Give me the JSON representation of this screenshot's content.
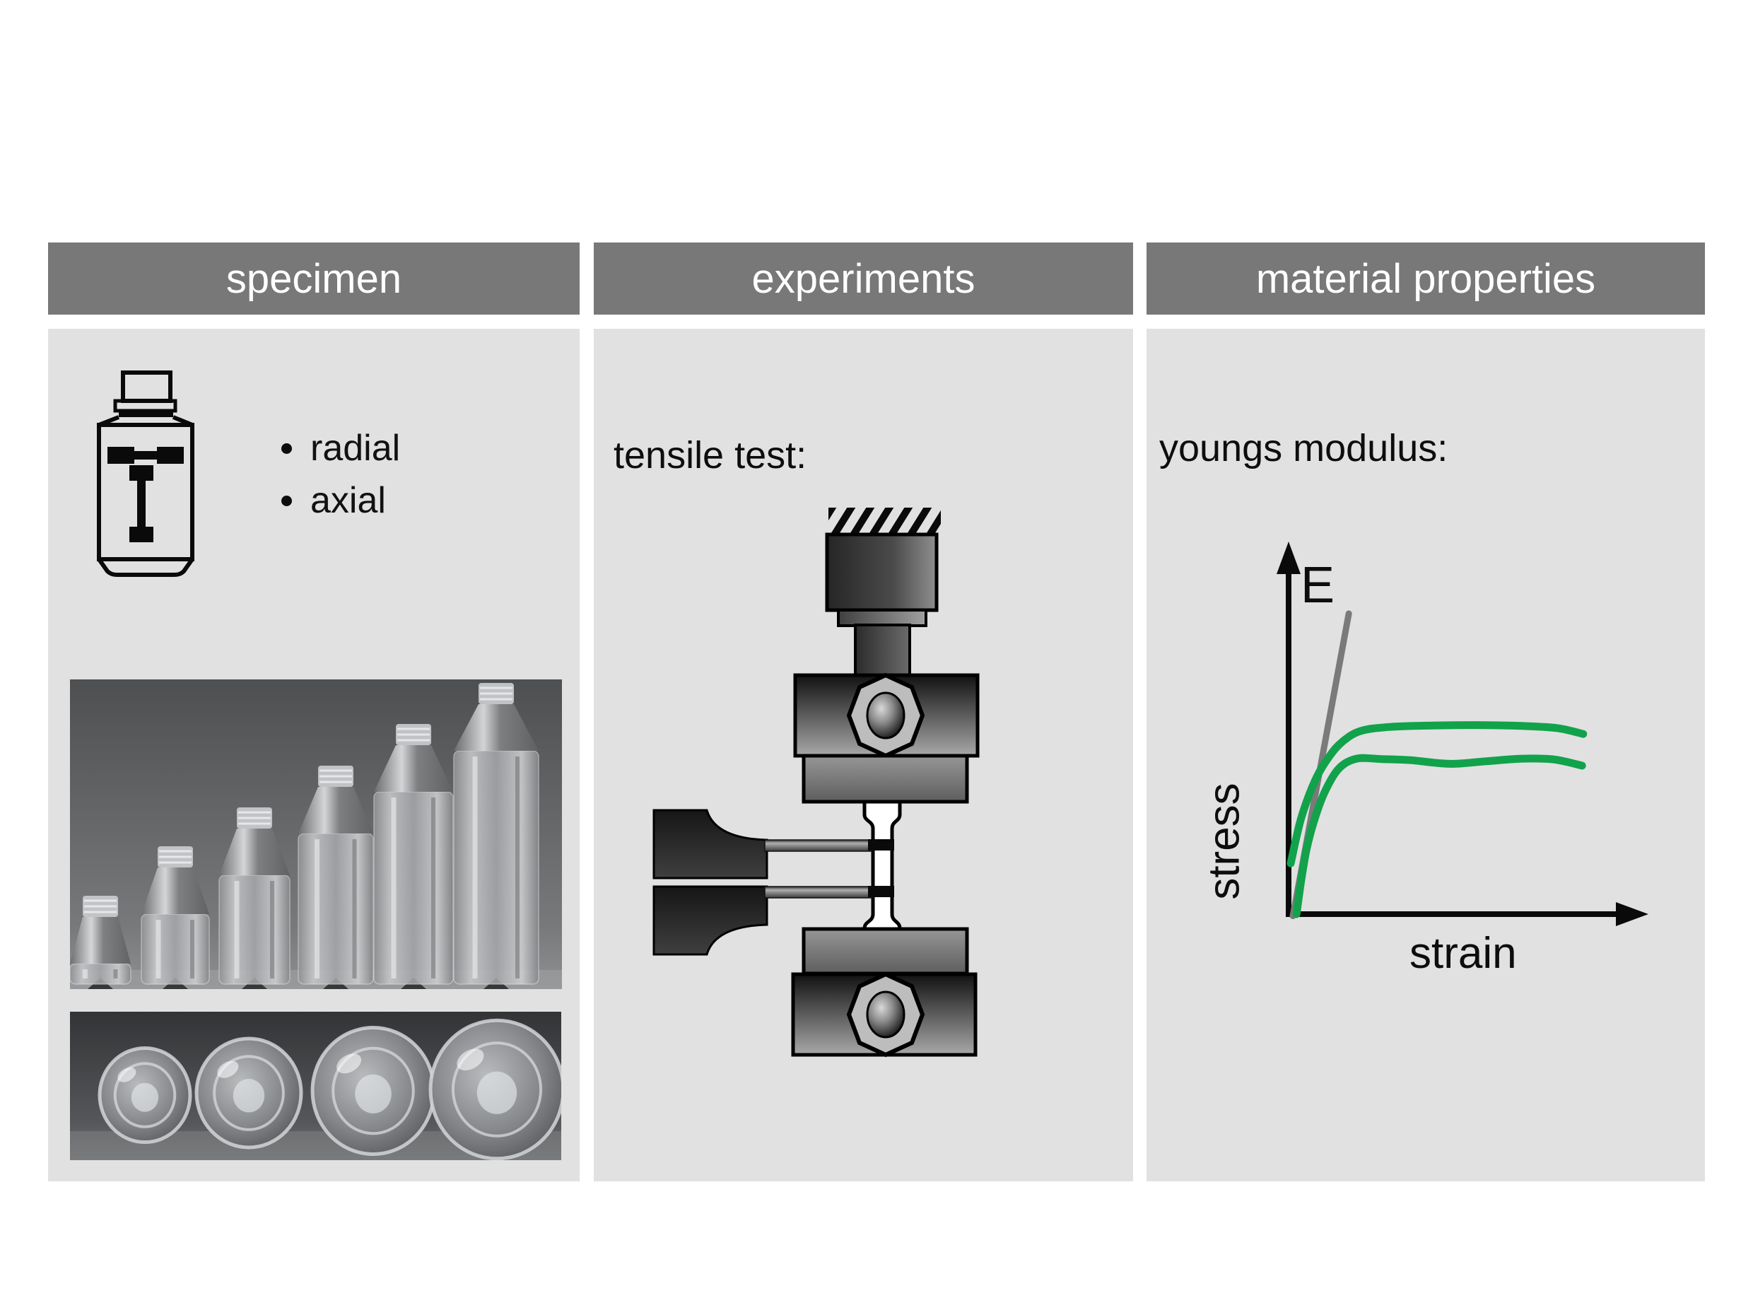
{
  "panels": {
    "specimen": {
      "header": "specimen",
      "bullets": [
        "radial",
        "axial"
      ]
    },
    "experiments": {
      "header": "experiments",
      "caption": "tensile test:"
    },
    "material_properties": {
      "header": "material properties",
      "caption": "youngs modulus:"
    }
  },
  "colors": {
    "header_bar": "#787878",
    "panel_background": "#e1e1e1",
    "page_background": "#ffffff",
    "curve_green": "#12a24b",
    "tangent_gray": "#7a7a7a",
    "ink": "#0d0d0d"
  },
  "chart_data": {
    "type": "line",
    "title": "",
    "xlabel": "strain",
    "ylabel": "stress",
    "grid": false,
    "legend": "none",
    "axes_note": "qualitative sketch, no tick labels; values normalized 0-1 of axis span",
    "xlim": [
      0,
      1
    ],
    "ylim": [
      0,
      1
    ],
    "annotations": [
      {
        "text": "E",
        "meaning": "youngs modulus tangent",
        "x": 0.08,
        "y": 0.93
      }
    ],
    "series": [
      {
        "name": "tangent-modulus-line",
        "color": "#7a7a7a",
        "stroke_width": 9,
        "points": [
          [
            0.012,
            -0.005
          ],
          [
            0.168,
            0.816
          ]
        ]
      },
      {
        "name": "stress-strain-curve-upper",
        "color": "#12a24b",
        "stroke_width": 11,
        "points": [
          [
            0.006,
            0.138
          ],
          [
            0.035,
            0.26
          ],
          [
            0.075,
            0.365
          ],
          [
            0.115,
            0.43
          ],
          [
            0.15,
            0.468
          ],
          [
            0.2,
            0.497
          ],
          [
            0.28,
            0.508
          ],
          [
            0.4,
            0.512
          ],
          [
            0.55,
            0.513
          ],
          [
            0.65,
            0.511
          ],
          [
            0.75,
            0.505
          ],
          [
            0.822,
            0.489
          ]
        ]
      },
      {
        "name": "stress-strain-curve-lower",
        "color": "#12a24b",
        "stroke_width": 11,
        "points": [
          [
            0.022,
            0.0
          ],
          [
            0.035,
            0.09
          ],
          [
            0.05,
            0.175
          ],
          [
            0.07,
            0.25
          ],
          [
            0.1,
            0.33
          ],
          [
            0.14,
            0.395
          ],
          [
            0.19,
            0.422
          ],
          [
            0.26,
            0.421
          ],
          [
            0.34,
            0.418
          ],
          [
            0.45,
            0.408
          ],
          [
            0.55,
            0.415
          ],
          [
            0.65,
            0.422
          ],
          [
            0.74,
            0.42
          ],
          [
            0.819,
            0.403
          ]
        ]
      }
    ]
  }
}
